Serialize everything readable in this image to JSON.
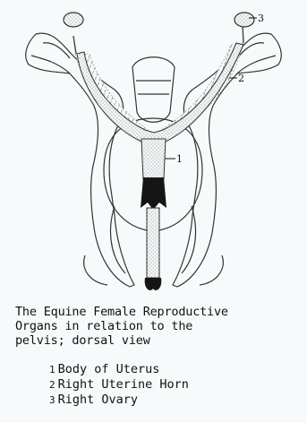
{
  "caption": "The Equine Female Reproductive\nOrgans in relation to the\npelvis; dorsal view",
  "callouts": [
    "1",
    "2",
    "3"
  ],
  "legend": [
    {
      "num": "1",
      "label": "Body of Uterus"
    },
    {
      "num": "2",
      "label": "Right Uterine Horn"
    },
    {
      "num": "3",
      "label": "Right Ovary"
    }
  ]
}
